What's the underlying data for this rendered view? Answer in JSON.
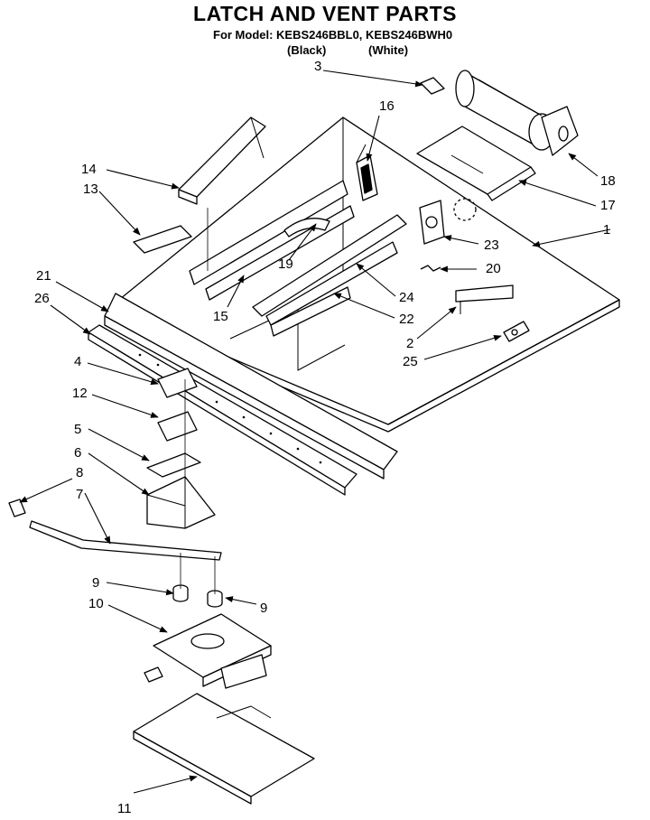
{
  "header": {
    "title": "LATCH AND VENT PARTS",
    "model_line": "For Model: KEBS246BBL0, KEBS246BWH0",
    "variant_black": "(Black)",
    "variant_white": "(White)"
  },
  "parts": [
    {
      "id": "p1",
      "label": "1"
    },
    {
      "id": "p2",
      "label": "2"
    },
    {
      "id": "p3",
      "label": "3"
    },
    {
      "id": "p4",
      "label": "4"
    },
    {
      "id": "p5",
      "label": "5"
    },
    {
      "id": "p6",
      "label": "6"
    },
    {
      "id": "p7",
      "label": "7"
    },
    {
      "id": "p8",
      "label": "8"
    },
    {
      "id": "p9a",
      "label": "9"
    },
    {
      "id": "p9b",
      "label": "9"
    },
    {
      "id": "p10",
      "label": "10"
    },
    {
      "id": "p11",
      "label": "11"
    },
    {
      "id": "p12",
      "label": "12"
    },
    {
      "id": "p13",
      "label": "13"
    },
    {
      "id": "p14",
      "label": "14"
    },
    {
      "id": "p15",
      "label": "15"
    },
    {
      "id": "p16",
      "label": "16"
    },
    {
      "id": "p17",
      "label": "17"
    },
    {
      "id": "p18",
      "label": "18"
    },
    {
      "id": "p19",
      "label": "19"
    },
    {
      "id": "p20",
      "label": "20"
    },
    {
      "id": "p21",
      "label": "21"
    },
    {
      "id": "p22",
      "label": "22"
    },
    {
      "id": "p23",
      "label": "23"
    },
    {
      "id": "p24",
      "label": "24"
    },
    {
      "id": "p25",
      "label": "25"
    },
    {
      "id": "p26",
      "label": "26"
    }
  ]
}
